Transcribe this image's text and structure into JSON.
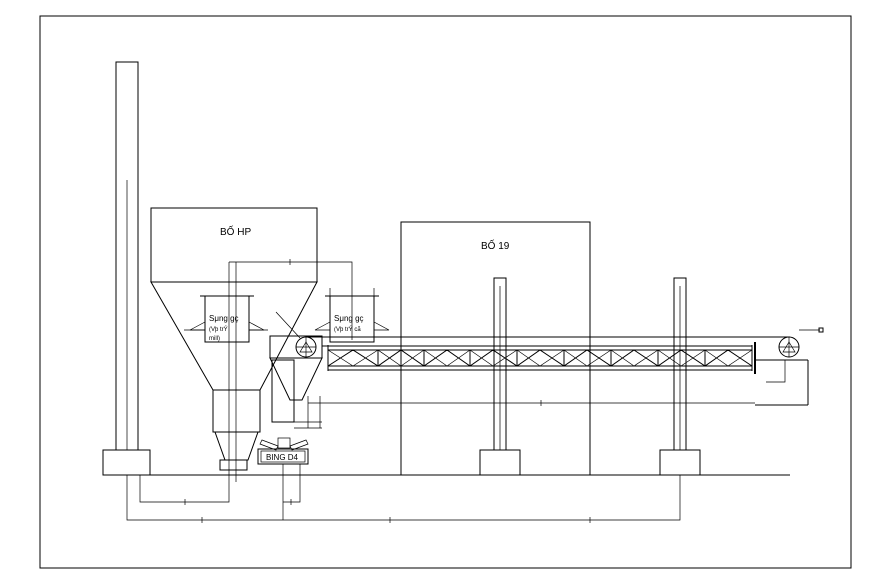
{
  "labels": {
    "tank_hp": "BỐ HP",
    "tank_19": "BỐ 19",
    "spray_left_line1": "Sμng gç",
    "spray_left_line2": "(Vþ trÝ",
    "spray_left_line3": "mill)",
    "spray_right_line1": "Sμng gç",
    "spray_right_line2": "(Vþ trÝ cã",
    "bing": "BING D4"
  }
}
